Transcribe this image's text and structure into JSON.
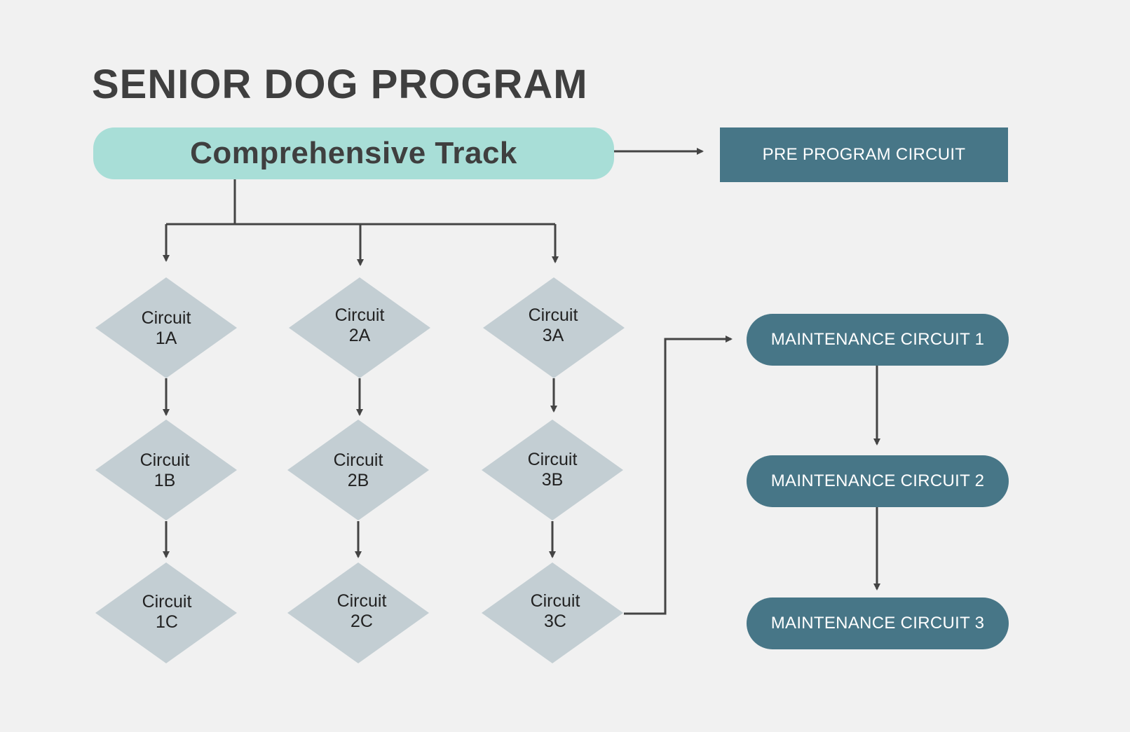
{
  "title": "SENIOR DOG PROGRAM",
  "track": {
    "label": "Comprehensive Track"
  },
  "pre_program": {
    "label": "PRE PROGRAM CIRCUIT"
  },
  "circuits": [
    {
      "line1": "Circuit",
      "line2": "1A"
    },
    {
      "line1": "Circuit",
      "line2": "2A"
    },
    {
      "line1": "Circuit",
      "line2": "3A"
    },
    {
      "line1": "Circuit",
      "line2": "1B"
    },
    {
      "line1": "Circuit",
      "line2": "2B"
    },
    {
      "line1": "Circuit",
      "line2": "3B"
    },
    {
      "line1": "Circuit",
      "line2": "1C"
    },
    {
      "line1": "Circuit",
      "line2": "2C"
    },
    {
      "line1": "Circuit",
      "line2": "3C"
    }
  ],
  "maintenance": [
    {
      "label": "MAINTENANCE CIRCUIT 1"
    },
    {
      "label": "MAINTENANCE CIRCUIT 2"
    },
    {
      "label": "MAINTENANCE CIRCUIT 3"
    }
  ],
  "colors": {
    "background": "#f1f1f1",
    "track": "#a8ded7",
    "box": "#477687",
    "diamond": "#c3ced3",
    "connector": "#444444",
    "title_text": "#3f3f3f"
  }
}
